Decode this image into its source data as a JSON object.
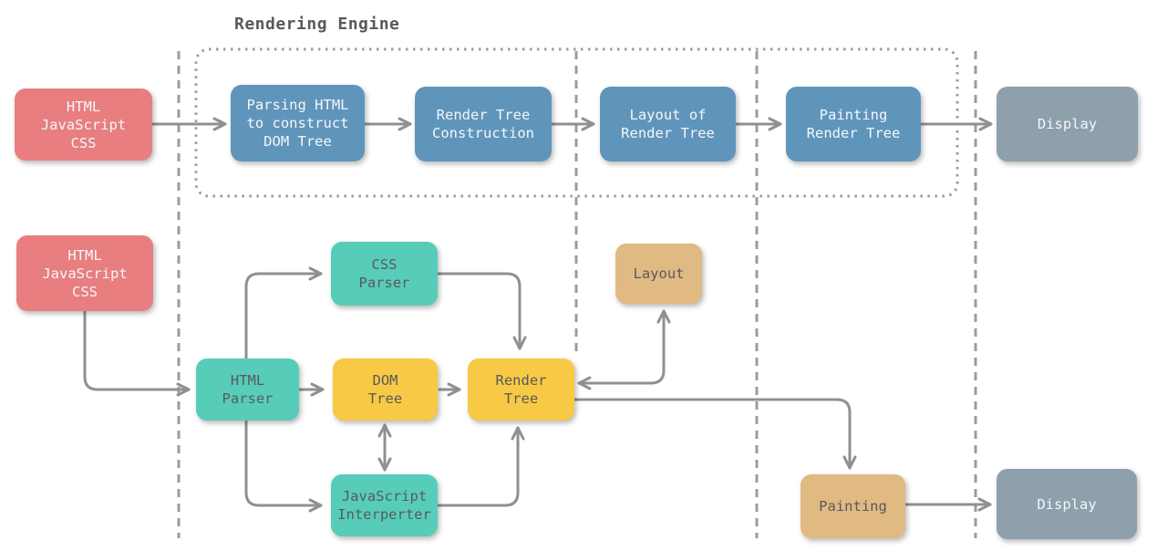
{
  "title": "Rendering Engine",
  "colors": {
    "source": "#E87E80",
    "stage": "#6095BB",
    "display": "#8DA0AC",
    "parser": "#57CDB9",
    "tree": "#F7C944",
    "phase": "#E1B983",
    "connector": "#8F9092",
    "guide": "#9C9C9C",
    "dark_text": "#595A5C",
    "light_text": "#F4F7F9"
  },
  "top_flow": {
    "source": {
      "label": "HTML\nJavaScript\nCSS"
    },
    "stages": [
      {
        "label": "Parsing HTML\nto construct\nDOM Tree"
      },
      {
        "label": "Render Tree\nConstruction"
      },
      {
        "label": "Layout of\nRender Tree"
      },
      {
        "label": "Painting\nRender Tree"
      }
    ],
    "output": {
      "label": "Display"
    }
  },
  "bottom_flow": {
    "source": {
      "label": "HTML\nJavaScript\nCSS"
    },
    "css_parser": {
      "label": "CSS\nParser"
    },
    "html_parser": {
      "label": "HTML\nParser"
    },
    "dom_tree": {
      "label": "DOM\nTree"
    },
    "render_tree": {
      "label": "Render\nTree"
    },
    "js_interpreter": {
      "label": "JavaScript\nInterperter"
    },
    "layout": {
      "label": "Layout"
    },
    "painting": {
      "label": "Painting"
    },
    "display": {
      "label": "Display"
    }
  }
}
